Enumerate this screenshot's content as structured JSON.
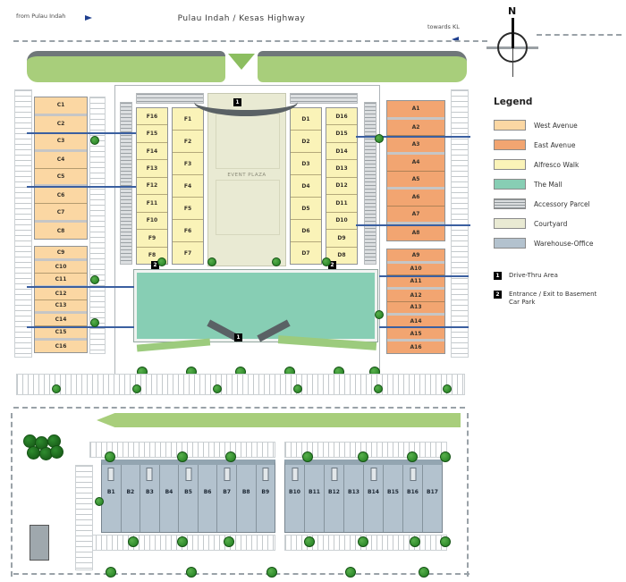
{
  "title": "Pulau Indah / Kesas Highway",
  "roads": {
    "top_left": "from Pulau Indah",
    "top_right": "towards KL"
  },
  "compass": {
    "north": "N"
  },
  "legend": {
    "title": "Legend",
    "items": [
      {
        "label": "West Avenue",
        "color": "#FBD7A3",
        "style": "solid"
      },
      {
        "label": "East Avenue",
        "color": "#F2A571",
        "style": "solid"
      },
      {
        "label": "Alfresco Walk",
        "color": "#FAF3B8",
        "style": "solid"
      },
      {
        "label": "The Mall",
        "color": "#87CEB4",
        "style": "solid"
      },
      {
        "label": "Accessory Parcel",
        "color": "#D9DCDE",
        "style": "hatch"
      },
      {
        "label": "Courtyard",
        "color": "#E9EAD3",
        "style": "solid"
      },
      {
        "label": "Warehouse-Office",
        "color": "#B3C2CE",
        "style": "solid"
      }
    ],
    "notes": [
      {
        "marker": "1",
        "label": "Drive-Thru Area"
      },
      {
        "marker": "2",
        "label": "Entrance / Exit to Basement Car Park"
      }
    ]
  },
  "markers": {
    "drive_thru": "1",
    "basement": "2"
  },
  "courtyard": {
    "plaza_label": "EVENT PLAZA"
  },
  "units": {
    "west_block_1": [
      "C1",
      "C2",
      "C3",
      "C4",
      "C5",
      "C6",
      "C7",
      "C8"
    ],
    "west_block_2": [
      "C9",
      "C10",
      "C11",
      "C12",
      "C13",
      "C14",
      "C15",
      "C16"
    ],
    "east_block_1": [
      "A1",
      "A2",
      "A3",
      "A4",
      "A5",
      "A6",
      "A7",
      "A8"
    ],
    "east_block_2": [
      "A9",
      "A10",
      "A11",
      "A12",
      "A13",
      "A14",
      "A15",
      "A16"
    ],
    "alfresco_west_outer": [
      "F16",
      "F15",
      "F14",
      "F13",
      "F12",
      "F11",
      "F10",
      "F9",
      "F8"
    ],
    "alfresco_west_inner": [
      "F1",
      "F2",
      "F3",
      "F4",
      "F5",
      "F6",
      "F7"
    ],
    "alfresco_east_inner": [
      "D1",
      "D2",
      "D3",
      "D4",
      "D5",
      "D6",
      "D7"
    ],
    "alfresco_east_outer": [
      "D16",
      "D15",
      "D14",
      "D13",
      "D12",
      "D11",
      "D10",
      "D9",
      "D8"
    ],
    "warehouse_block_1": [
      "B1",
      "B2",
      "B3",
      "B4",
      "B5",
      "B6",
      "B7",
      "B8",
      "B9"
    ],
    "warehouse_block_2": [
      "B10",
      "B11",
      "B12",
      "B13",
      "B14",
      "B15",
      "B16",
      "B17"
    ]
  }
}
